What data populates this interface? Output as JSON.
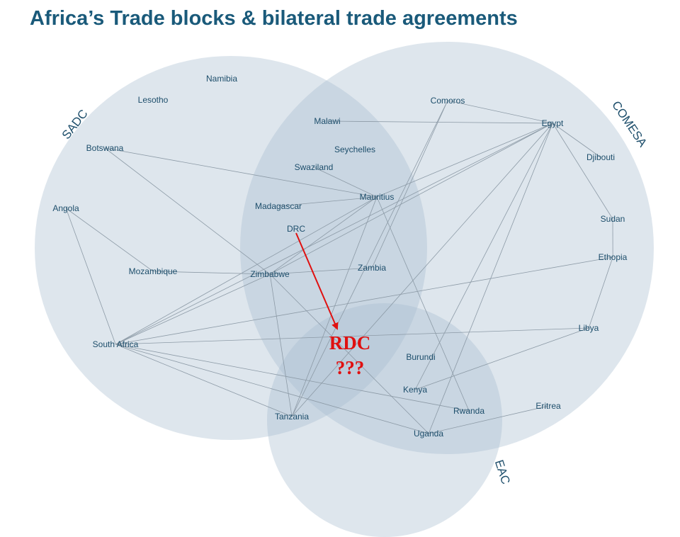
{
  "title": "Africa’s Trade blocks & bilateral trade agreements",
  "blocks": {
    "sadc": "SADC",
    "comesa": "COMESA",
    "eac": "EAC"
  },
  "countries": {
    "namibia": "Namibia",
    "lesotho": "Lesotho",
    "botswana": "Botswana",
    "angola": "Angola",
    "mozambique": "Mozambique",
    "south_africa": "South Africa",
    "malawi": "Malawi",
    "seychelles": "Seychelles",
    "swaziland": "Swaziland",
    "mauritius": "Mauritius",
    "madagascar": "Madagascar",
    "drc": "DRC",
    "zimbabwe": "Zimbabwe",
    "zambia": "Zambia",
    "comoros": "Comoros",
    "egypt": "Egypt",
    "djibouti": "Djibouti",
    "sudan": "Sudan",
    "ethopia": "Ethopia",
    "libya": "Libya",
    "burundi": "Burundi",
    "kenya": "Kenya",
    "rwanda": "Rwanda",
    "eritrea": "Eritrea",
    "tanzania": "Tanzania",
    "uganda": "Uganda"
  },
  "annotation": {
    "rdc": "RDC",
    "question": "???",
    "arrow_color": "#e01010"
  },
  "colors": {
    "title": "#1a5a7a",
    "bubble_fill": "#a9bdd0",
    "text": "#1d4e6b",
    "links": "#8c9aa6"
  },
  "links": [
    [
      "botswana",
      "mauritius"
    ],
    [
      "botswana",
      "zimbabwe"
    ],
    [
      "angola",
      "mozambique"
    ],
    [
      "angola",
      "south_africa"
    ],
    [
      "mozambique",
      "zimbabwe"
    ],
    [
      "malawi",
      "egypt"
    ],
    [
      "comoros",
      "egypt"
    ],
    [
      "comoros",
      "tanzania"
    ],
    [
      "comoros",
      "zambia"
    ],
    [
      "swaziland",
      "mauritius"
    ],
    [
      "madagascar",
      "mauritius"
    ],
    [
      "mauritius",
      "egypt"
    ],
    [
      "mauritius",
      "zimbabwe"
    ],
    [
      "mauritius",
      "south_africa"
    ],
    [
      "mauritius",
      "rwanda"
    ],
    [
      "mauritius",
      "tanzania"
    ],
    [
      "egypt",
      "djibouti"
    ],
    [
      "egypt",
      "sudan"
    ],
    [
      "egypt",
      "zimbabwe"
    ],
    [
      "egypt",
      "south_africa"
    ],
    [
      "egypt",
      "kenya"
    ],
    [
      "egypt",
      "uganda"
    ],
    [
      "egypt",
      "tanzania"
    ],
    [
      "sudan",
      "ethopia"
    ],
    [
      "ethopia",
      "libya"
    ],
    [
      "ethopia",
      "south_africa"
    ],
    [
      "libya",
      "south_africa"
    ],
    [
      "libya",
      "kenya"
    ],
    [
      "zimbabwe",
      "zambia"
    ],
    [
      "zimbabwe",
      "tanzania"
    ],
    [
      "zimbabwe",
      "uganda"
    ],
    [
      "zimbabwe",
      "south_africa"
    ],
    [
      "south_africa",
      "tanzania"
    ],
    [
      "south_africa",
      "uganda"
    ],
    [
      "south_africa",
      "rwanda"
    ],
    [
      "eritrea",
      "uganda"
    ]
  ]
}
